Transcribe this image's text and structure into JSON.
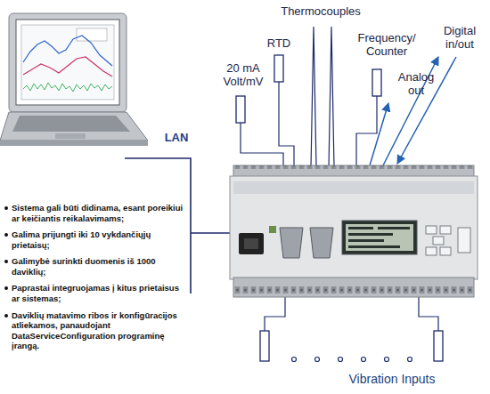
{
  "diagram": {
    "labels": [
      "Thermocouples",
      "RTD",
      "Frequency/ Counter",
      "Digital in/out",
      "20 mA Volt/mV",
      "Analog out",
      "LAN",
      "Sistema gali būti didinama, esant poreikiui ar keičiantis reikalavimams;",
      "Galima prijungti iki 10 vykdančiųjų prietaisų;",
      "Galimybė surinkti duomenis iš 1000 daviklių;",
      "Paprastai integruojamas į kitus prietaisus ar sistemas;",
      "Daviklių matavimo ribos ir konfigūracijos atliekamos, panaudojant DataServiceConfiguration programinę įrangą.",
      "Vibration Inputs"
    ]
  }
}
